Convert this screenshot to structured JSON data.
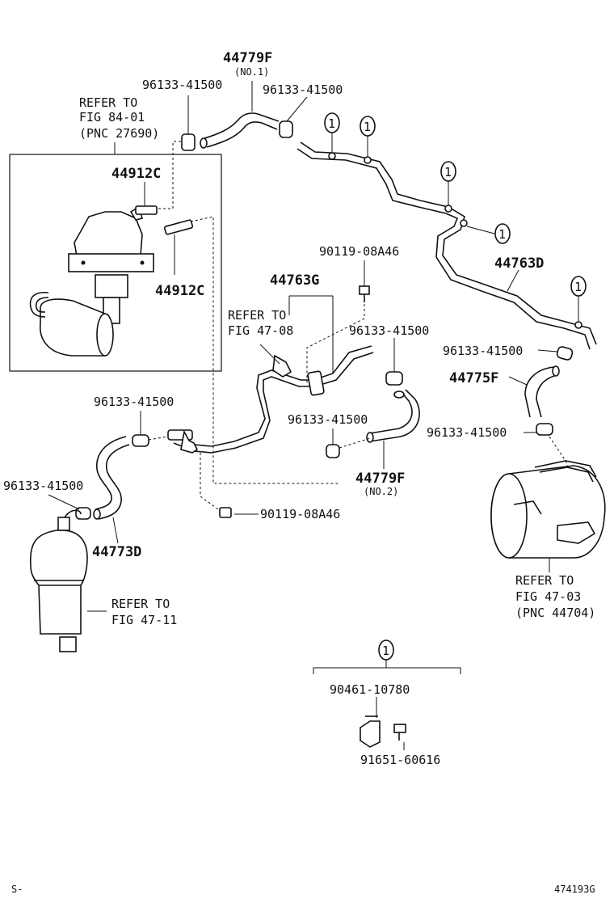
{
  "labels": {
    "hose_44779f_no1": "44779F",
    "hose_44779f_no1_sub": "(NO.1)",
    "clamp_top_left": "96133-41500",
    "clamp_top_right": "96133-41500",
    "refer_84_l1": "REFER TO",
    "refer_84_l2": "FIG 84-01",
    "refer_84_l3": "(PNC 27690)",
    "valve_44912c_top": "44912C",
    "valve_44912c_right": "44912C",
    "bolt_top": "90119-08A46",
    "hose_44763g": "44763G",
    "refer_4708_l1": "REFER TO",
    "refer_4708_l2": "FIG 47-08",
    "clamp_mid_right": "96133-41500",
    "pipe_44763d": "44763D",
    "clamp_right_1": "96133-41500",
    "hose_44775f": "44775F",
    "clamp_right_2": "96133-41500",
    "clamp_left_upper": "96133-41500",
    "clamp_center": "96133-41500",
    "hose_44779f_no2": "44779F",
    "hose_44779f_no2_sub": "(NO.2)",
    "clamp_left_lower": "96133-41500",
    "bolt_bottom": "90119-08A46",
    "hose_44773d": "44773D",
    "refer_4711_l1": "REFER TO",
    "refer_4711_l2": "FIG 47-11",
    "refer_4703_l1": "REFER TO",
    "refer_4703_l2": "FIG 47-03",
    "refer_4703_l3": "(PNC 44704)",
    "legend_clamp": "90461-10780",
    "legend_bolt": "91651-60616",
    "footer_left": "S-",
    "footer_right": "474193G"
  },
  "markers": {
    "circle_1": "1"
  }
}
